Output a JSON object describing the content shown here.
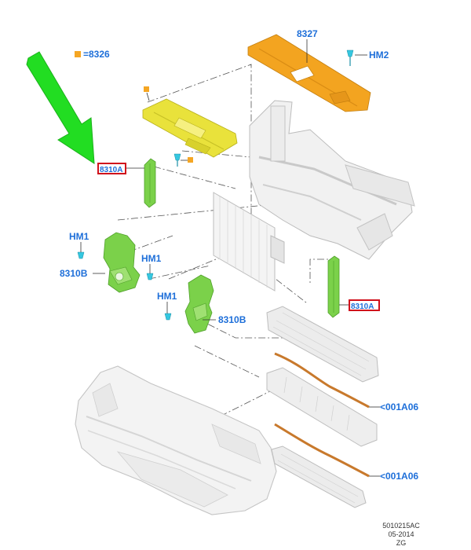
{
  "colors": {
    "label_blue": "#1e6fd9",
    "legend_orange": "#f5a623",
    "part_orange": "#f3a420",
    "part_yellow": "#e9e23b",
    "part_green": "#7bd14a",
    "arrow_green": "#22dd22",
    "strip_copper": "#c8792c",
    "highlight_red": "#d0101b",
    "fastener_cyan": "#35c7e0"
  },
  "legend": {
    "marker_color": "#f5a623",
    "text": "=8326"
  },
  "labels": {
    "deflector_top": "8327",
    "hm2": "HM2",
    "seal_left": "8310A",
    "seal_right": "8310A",
    "hm1_a": "HM1",
    "hm1_b": "HM1",
    "hm1_c": "HM1",
    "bracket_left": "8310B",
    "bracket_right": "8310B",
    "ref_upper": "<001A06",
    "ref_lower": "<001A06"
  },
  "footer": {
    "drawing_number": "5010215AC",
    "date": "05-2014",
    "code": "ZG"
  },
  "icons": {
    "pointer": "green-arrow-icon",
    "clip": "push-pin-clip-icon",
    "legend_marker": "orange-square-icon"
  }
}
